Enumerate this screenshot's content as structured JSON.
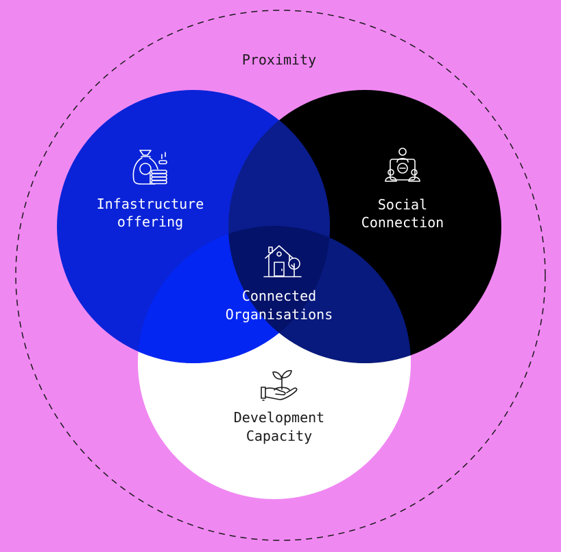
{
  "colors": {
    "background": "#f088f2",
    "infrastructure": "#0a23d8",
    "social": "#000000",
    "development": "#ffffff",
    "overlap_infra_social": "#0b1d8c",
    "overlap_infra_dev": "#0426f2",
    "overlap_social_dev": "#081a7e",
    "overlap_all": "#04126a",
    "text_light": "#ffffff",
    "text_dark": "#1a1a1a"
  },
  "outer": {
    "label": "Proximity"
  },
  "circles": {
    "infrastructure": {
      "line1": "Infastructure",
      "line2": "offering",
      "icon": "money-bag-icon"
    },
    "social": {
      "line1": "Social",
      "line2": "Connection",
      "icon": "community-people-icon"
    },
    "development": {
      "line1": "Development",
      "line2": "Capacity",
      "icon": "plant-in-hand-icon"
    },
    "center": {
      "line1": "Connected",
      "line2": "Organisations",
      "icon": "house-tree-icon"
    }
  }
}
